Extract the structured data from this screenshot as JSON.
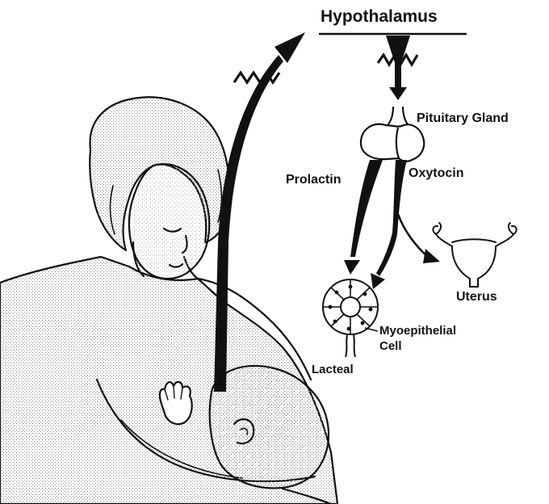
{
  "labels": {
    "hypothalamus": "Hypothalamus",
    "pituitary": "Pituitary Gland",
    "prolactin": "Prolactin",
    "oxytocin": "Oxytocin",
    "uterus": "Uterus",
    "myoepithelial_line1": "Myoepithelial",
    "myoepithelial_line2": "Cell",
    "lacteal": "Lacteal"
  },
  "colors": {
    "ink": "#111111",
    "stipple": "#8a8a8a",
    "background": "#ffffff"
  }
}
